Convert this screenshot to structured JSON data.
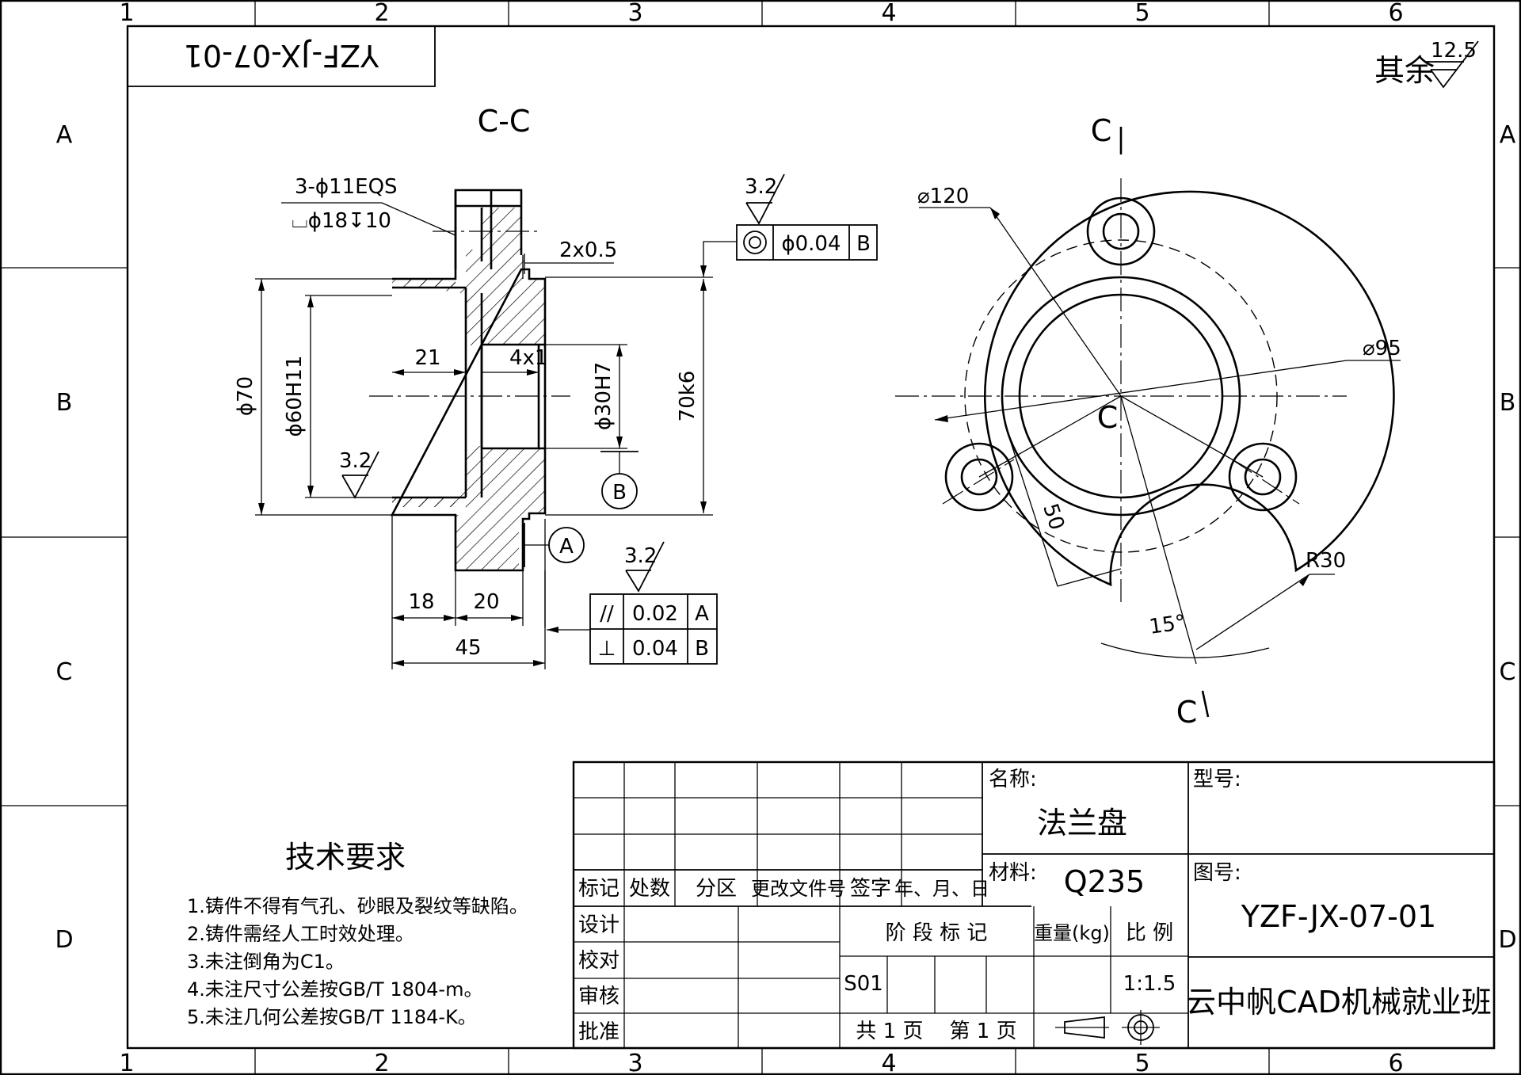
{
  "frame": {
    "col_numbers": [
      "1",
      "2",
      "3",
      "4",
      "5",
      "6"
    ],
    "row_letters": [
      "A",
      "B",
      "C",
      "D"
    ]
  },
  "stamp": {
    "code": "YZF-JX-07-01"
  },
  "roughness_note": {
    "prefix": "其余",
    "value": "12.5"
  },
  "section_view": {
    "title": "C-C",
    "hole_note_1": "3-ϕ11EQS",
    "hole_note_2": "⌴ϕ18↧10",
    "chamfer": "2x0.5",
    "groove": "4x1",
    "dim_21": "21",
    "dim_phi70": "ϕ70",
    "dim_phi60": "ϕ60H11",
    "dim_phi30": "ϕ30H7",
    "dim_70k6": "70k6",
    "dim_18": "18",
    "dim_20": "20",
    "dim_45": "45",
    "roughness_left": "3.2",
    "roughness_top": "3.2",
    "roughness_bottom": "3.2",
    "datum_a": "A",
    "datum_b": "B",
    "tol_concentric_symbol": "◎",
    "tol_concentric_value": "ϕ0.04",
    "tol_concentric_datum": "B",
    "tol_parallel_symbol": "//",
    "tol_parallel_value": "0.02",
    "tol_parallel_datum": "A",
    "tol_perp_symbol": "⊥",
    "tol_perp_value": "0.04",
    "tol_perp_datum": "B"
  },
  "front_view": {
    "section_mark_top": "C",
    "section_mark_center": "C",
    "section_mark_bottom": "C",
    "dim_phi120": "⌀120",
    "dim_phi95": "⌀95",
    "dim_50": "50",
    "dim_r30": "R30",
    "dim_15deg": "15°"
  },
  "tech_req": {
    "title": "技术要求",
    "items": [
      "1.铸件不得有气孔、砂眼及裂纹等缺陷。",
      "2.铸件需经人工时效处理。",
      "3.未注倒角为C1。",
      "4.未注尺寸公差按GB/T 1804-m。",
      "5.未注几何公差按GB/T 1184-K。"
    ]
  },
  "title_block": {
    "rev_headers": [
      "标记",
      "处数",
      "分区",
      "更改文件号",
      "签字",
      "年、月、日"
    ],
    "roles": [
      "设计",
      "校对",
      "审核",
      "批准"
    ],
    "stage_label": "阶 段 标 记",
    "weight_label": "重量(kg)",
    "scale_label": "比 例",
    "stage_value": "S01",
    "scale_value": "1:1.5",
    "pages": "共 1 页    第 1 页",
    "name_label": "名称:",
    "name_value": "法兰盘",
    "material_label": "材料:",
    "material_value": "Q235",
    "model_label": "型号:",
    "drawing_no_label": "图号:",
    "drawing_no_value": "YZF-JX-07-01",
    "org": "云中帆CAD机械就业班"
  }
}
